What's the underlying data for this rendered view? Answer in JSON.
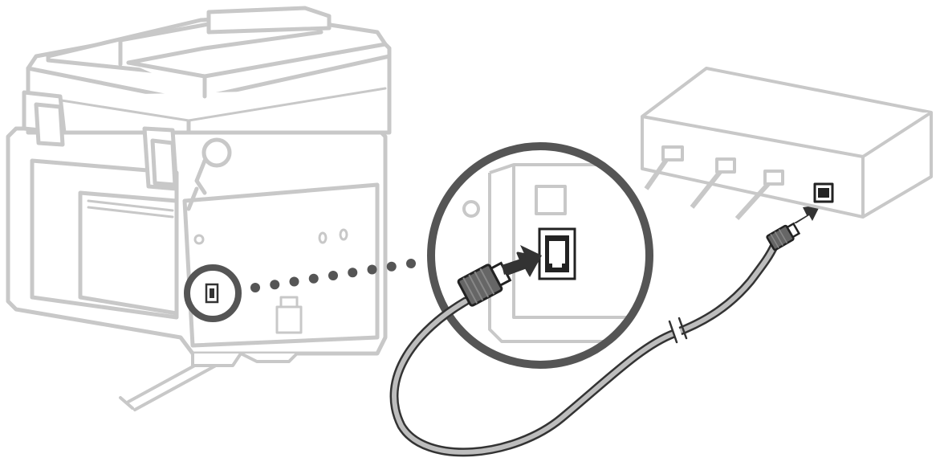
{
  "figure": {
    "type": "installation-illustration",
    "steps": [
      {
        "action": "connect-cable",
        "from": "machine-lan-port",
        "to": "router-port",
        "arrow": "insert-into-machine"
      },
      {
        "action": "connect-cable",
        "from": "cable-end",
        "to": "router-lan-port",
        "arrow": "insert-into-router"
      }
    ],
    "icons": [
      "printer-machine",
      "lan-port-icon",
      "magnifier-callout",
      "ethernet-cable",
      "rj45-plug",
      "router-hub",
      "insert-arrow-icon"
    ],
    "colors": {
      "outline_gray": "#c8c8c8",
      "machine_fill": "#ffffff",
      "callout_ring": "#555555",
      "dot_leader": "#555555",
      "arrow_fill": "#333333",
      "cable_outer": "#333333",
      "cable_inner": "#bdbdbd",
      "plug_fill": "#666666",
      "port_fill": "#222222"
    },
    "router_port_count": 4,
    "occupied_router_ports": 3,
    "dot_leader_count": 9
  }
}
